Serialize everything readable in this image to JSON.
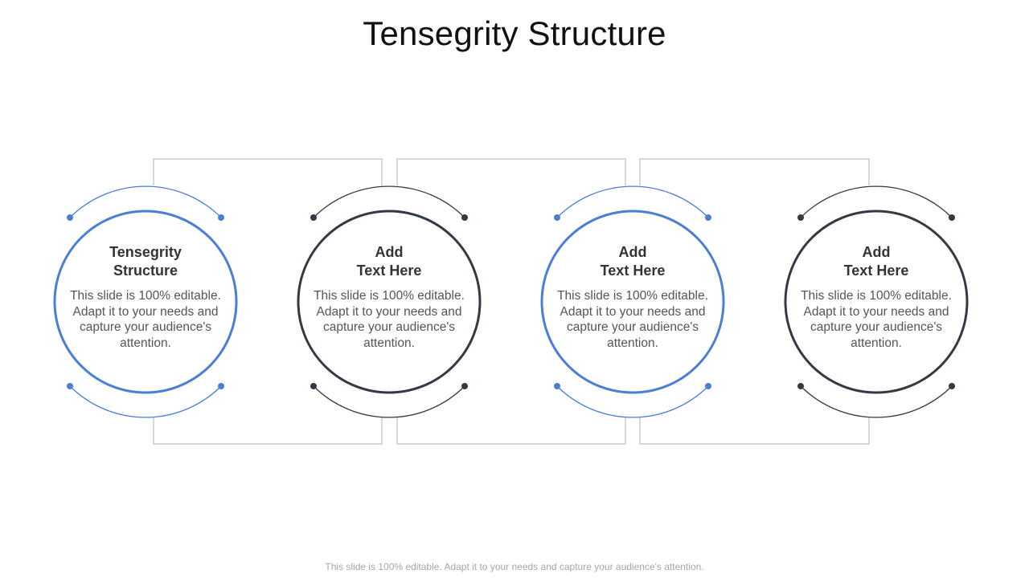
{
  "title": "Tensegrity Structure",
  "footer": "This slide is 100% editable. Adapt it to your needs and capture your audience's attention.",
  "colors": {
    "accent_blue": "#4a7fd4",
    "accent_dark": "#343a45",
    "connector_gray": "#bfbfbf"
  },
  "nodes": [
    {
      "title": "Tensegrity\nStructure",
      "body": "This slide is 100% editable. Adapt it to your needs and capture your audience's attention.",
      "style": "blue"
    },
    {
      "title": "Add\nText Here",
      "body": "This slide is 100% editable. Adapt it to your needs and capture your audience's attention.",
      "style": "dark"
    },
    {
      "title": "Add\nText Here",
      "body": "This slide is 100% editable. Adapt it to your needs and capture your audience's attention.",
      "style": "blue"
    },
    {
      "title": "Add\nText Here",
      "body": "This slide is 100% editable. Adapt it to your needs and capture your audience's attention.",
      "style": "dark"
    }
  ]
}
